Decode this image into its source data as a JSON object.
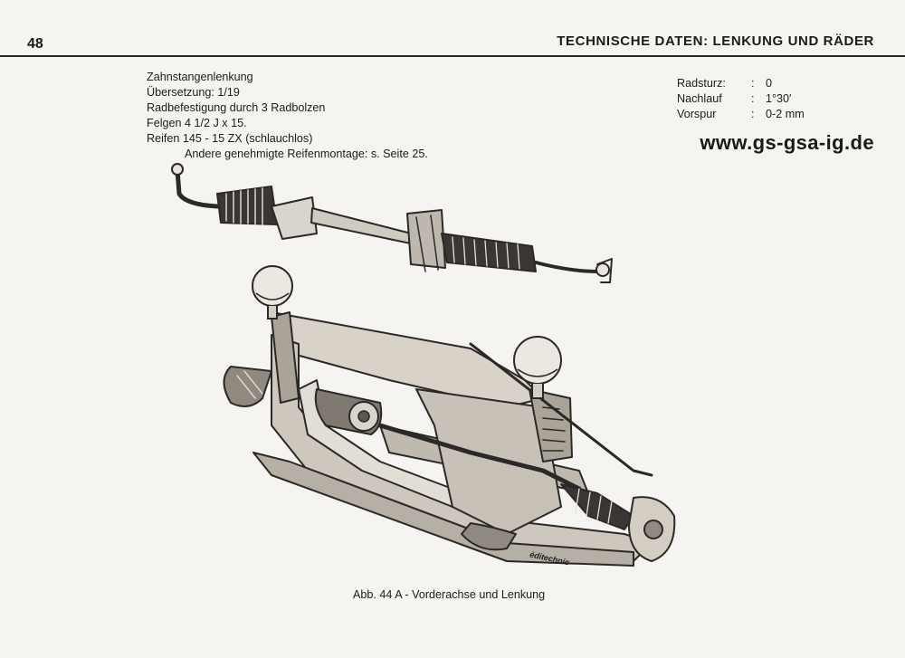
{
  "header": {
    "page_number": "48",
    "section_title": "TECHNISCHE DATEN: LENKUNG UND RÄDER"
  },
  "specs_left": [
    "Zahnstangenlenkung",
    "Übersetzung: 1/19",
    "Radbefestigung durch 3 Radbolzen",
    "Felgen  4 1/2 J x 15.",
    "Reifen 145 - 15 ZX (schlauchlos)",
    "Andere genehmigte Reifenmontage: s. Seite 25."
  ],
  "specs_right": [
    {
      "label": "Radsturz:",
      "sep": ":",
      "value": "0"
    },
    {
      "label": "Nachlauf",
      "sep": ":",
      "value": "1°30′"
    },
    {
      "label": "Vorspur",
      "sep": ":",
      "value": "0-2 mm"
    }
  ],
  "website": "www.gs-gsa-ig.de",
  "illustration": {
    "artist_mark": "éditechnic",
    "caption": "Abb. 44 A - Vorderachse und Lenkung"
  }
}
